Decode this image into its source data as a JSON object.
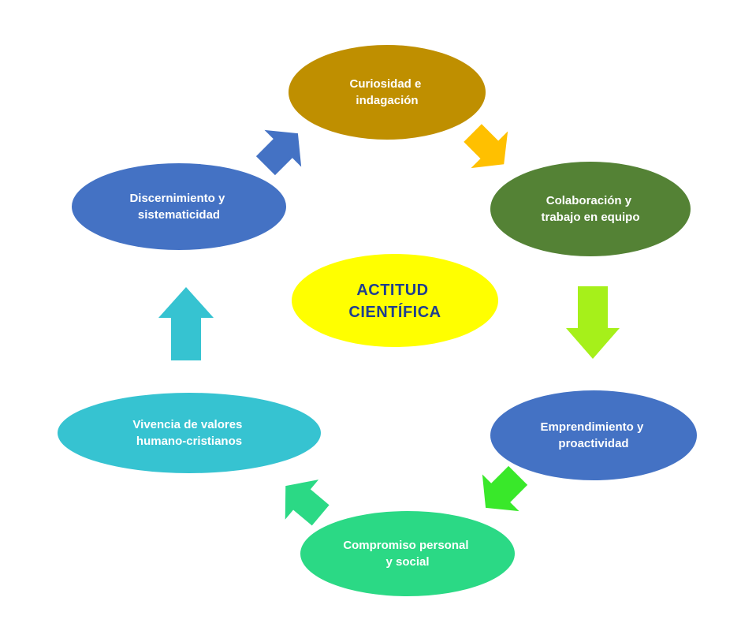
{
  "diagram": {
    "center": {
      "lines": [
        "ACTITUD",
        "CIENTÍFICA"
      ],
      "fill": "#ffff00",
      "text_color": "#1f3f8f"
    },
    "nodes": [
      {
        "id": "curiosidad",
        "lines": [
          "Curiosidad e",
          "indagación"
        ],
        "fill": "#bf8f00"
      },
      {
        "id": "colaboracion",
        "lines": [
          "Colaboración y",
          "trabajo en equipo"
        ],
        "fill": "#548235"
      },
      {
        "id": "emprendimiento",
        "lines": [
          "Emprendimiento y",
          "proactividad"
        ],
        "fill": "#4472c4"
      },
      {
        "id": "compromiso",
        "lines": [
          "Compromiso personal",
          "y social"
        ],
        "fill": "#2bd985"
      },
      {
        "id": "vivencia",
        "lines": [
          "Vivencia de valores",
          "humano-cristianos"
        ],
        "fill": "#36c3d1"
      },
      {
        "id": "discernimiento",
        "lines": [
          "Discernimiento y",
          "sistematicidad"
        ],
        "fill": "#4472c4"
      }
    ],
    "arrows": [
      {
        "from": "curiosidad",
        "to": "colaboracion",
        "fill": "#ffc000"
      },
      {
        "from": "colaboracion",
        "to": "emprendimiento",
        "fill": "#a6f01a"
      },
      {
        "from": "emprendimiento",
        "to": "compromiso",
        "fill": "#39e82a"
      },
      {
        "from": "compromiso",
        "to": "vivencia",
        "fill": "#2bd985"
      },
      {
        "from": "vivencia",
        "to": "discernimiento",
        "fill": "#36c3d1"
      },
      {
        "from": "discernimiento",
        "to": "curiosidad",
        "fill": "#4472c4"
      }
    ]
  }
}
